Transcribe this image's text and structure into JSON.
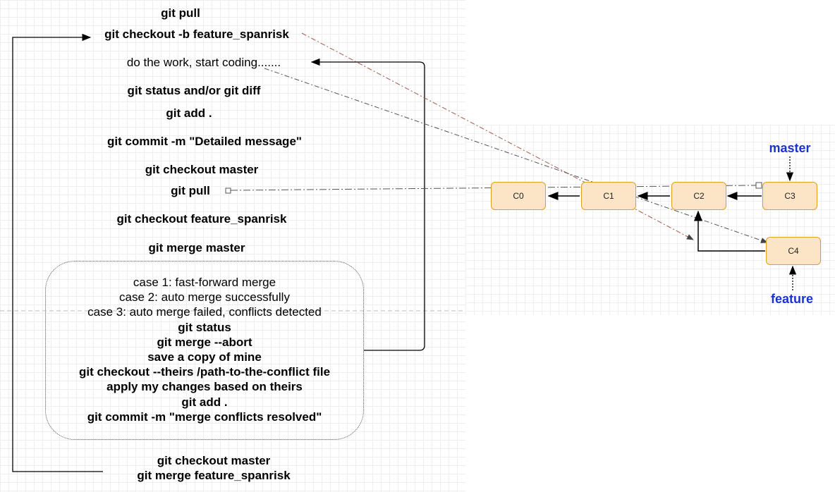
{
  "workflow": {
    "git_pull_top": "git pull",
    "checkout_feature": "git checkout -b feature_spanrisk",
    "do_work": "do the work, start coding.......",
    "status_diff": "git status and/or git diff",
    "add": "git add .",
    "commit": "git commit -m \"Detailed message\"",
    "checkout_master": "git checkout master",
    "git_pull": "git pull",
    "checkout_feature_again": "git checkout feature_spanrisk",
    "merge_master": "git merge master"
  },
  "cases_box": {
    "case1": "case 1: fast-forward merge",
    "case2": "case 2: auto merge successfully",
    "case3": "case 3: auto merge failed, conflicts detected",
    "steps": [
      "git status",
      "git merge --abort",
      "save a copy of mine",
      "git checkout --theirs /path-to-the-conflict file",
      "apply my changes based on theirs",
      "git add .",
      "git commit -m \"merge conflicts resolved\""
    ]
  },
  "final": {
    "checkout_master": "git checkout master",
    "merge_feature": "git merge feature_spanrisk"
  },
  "graph": {
    "commits": [
      "C0",
      "C1",
      "C2",
      "C3",
      "C4"
    ],
    "master_label": "master",
    "feature_label": "feature"
  },
  "colors": {
    "commit_fill": "#fce4c6",
    "commit_border": "#e0a020",
    "ref_label": "#1a33cc"
  }
}
